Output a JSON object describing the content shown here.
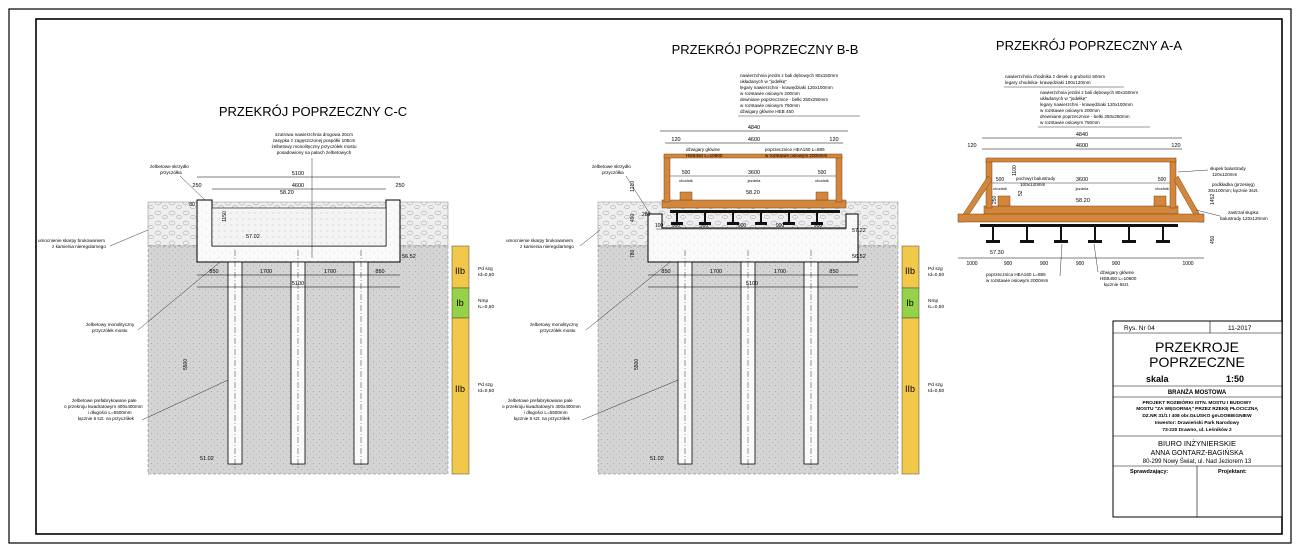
{
  "titles": {
    "cc": "PRZEKRÓJ POPRZECZNY C-C",
    "bb": "PRZEKRÓJ POPRZECZNY B-B",
    "aa": "PRZEKRÓJ POPRZECZNY A-A"
  },
  "soil": {
    "layer_top": "IIb",
    "layer_mid": "Ib",
    "layer_bot": "IIb",
    "note_top_1": "Pd szg",
    "note_top_2": "Id=0,50",
    "note_mid_1": "Nmp",
    "note_mid_2": "IL=0,50",
    "note_bot_1": "Pd szg",
    "note_bot_2": "Id=0,50"
  },
  "cc": {
    "dim_top": "5100",
    "dim_inner": "4600",
    "dim_left": "250",
    "dim_right": "250",
    "dim_80": "80",
    "elev_top": "58.20",
    "elev_mid": "57.02",
    "elev_right": "56.52",
    "elev_bottom": "51.02",
    "depth_1150": "1150",
    "pile_len": "5500",
    "sp_850a": "850",
    "sp_1700a": "1700",
    "sp_1700b": "1700",
    "sp_850b": "850",
    "sp_total": "5100",
    "n_nawierzchnia_1": "szutrowa nawierzchnia drogowa 20cm",
    "n_nawierzchnia_2": "zasypka z zagęszczonej pospółki 105cm",
    "n_nawierzchnia_3": "żelbetowy monolityczny przyczółek mostu",
    "n_nawierzchnia_4": "posadowiony na palach żelbetowych",
    "n_skrzydlo_1": "żelbetowe skrzydło",
    "n_skrzydlo_2": "przyczółka",
    "n_umocnienie_1": "umocnienie skarpy brukowaniem",
    "n_umocnienie_2": "z kamienia nieregularnego",
    "n_przyczolek_1": "żelbetowy monolityczny",
    "n_przyczolek_2": "przyczółek mostu",
    "n_pale_1": "żelbetowe prefabrykowane pale",
    "n_pale_2": "o przekroju kwadratowym 400x400mm",
    "n_pale_3": "i długości L=5500mm",
    "n_pale_4": "łącznie 6 szt. na przyczółek"
  },
  "bb": {
    "n_top_1": "nawierzchnia jezdni z bali dębowych 80x150mm",
    "n_top_2": "układanych w \"jodełkę\"",
    "n_top_3": "legary nawierzchni - krawędziaki 120x100mm",
    "n_top_4": "w rozstawie osiowym 200mm",
    "n_top_5": "dewniane poprzecznice - belki 250x250mm",
    "n_top_6": "w rozstawie osiowym 750mm",
    "n_top_7": "dźwigary główne HEB 450",
    "dim_4840": "4840",
    "dim_4600": "4600",
    "dim_120a": "120",
    "dim_120b": "120",
    "n_dzwigary_1": "dźwigary główne",
    "n_dzwigary_2": "HEB450 L=10600",
    "n_poprz_1": "poprzecznice HEA160 L=885",
    "n_poprz_2": "w rozstawie osiowym 2000mm",
    "dim_3600": "3600",
    "dim_500a": "500",
    "dim_500b": "500",
    "lbl_chodnik_a": "chodnik",
    "lbl_jezdnia": "jezdnia",
    "lbl_chodnik_b": "chodnik",
    "elev_top": "58.20",
    "elev_right": "57.22",
    "elev_mid": "56.52",
    "elev_bottom": "51.02",
    "dim_1210": "1210",
    "dim_490": "490",
    "dim_280": "280",
    "dim_800": "780",
    "pile_len": "5500",
    "sp_100": "100",
    "sp_900a": "900",
    "sp_900b": "900",
    "sp_900c": "900",
    "sp_900d": "900",
    "sp_900e": "900",
    "sp_850a": "850",
    "sp_1700a": "1700",
    "sp_1700b": "1700",
    "sp_850b": "850",
    "sp_total": "5100",
    "n_skrzydlo_1": "żelbetowe skrzydło",
    "n_skrzydlo_2": "przyczółka",
    "n_umocnienie_1": "umocnienie skarpy brukowaniem",
    "n_umocnienie_2": "z kamienia nieregularnego",
    "n_przyczolek_1": "żelbetowy monolityczny",
    "n_przyczolek_2": "przyczółek mostu",
    "n_pale_1": "żelbetowe prefabrykowane pale",
    "n_pale_2": "o przekroju kwadratowym 400x400mm",
    "n_pale_3": "i długości L=5500mm",
    "n_pale_4": "łącznie 6 szt. na przyczółek"
  },
  "aa": {
    "n_top_1": "nawierzchnia chodnika z desek o grubości 50mm",
    "n_top_2": "legary chodnika- krawędziaki 100x120mm",
    "n_jezdnia_1": "nawierzchnia jezdni z bali dębowych 80x150mm",
    "n_jezdnia_2": "układanych w \"jodełkę\"",
    "n_jezdnia_3": "legary nawierzchni - krawędziaki 120x100mm",
    "n_jezdnia_4": "w rozstawie osiowym 200mm",
    "n_jezdnia_5": "drewniane poprzecznice - belki 250x250mm",
    "n_jezdnia_6": "w rozstawie osiowym 750mm",
    "dim_4840": "4840",
    "dim_4600": "4600",
    "dim_120a": "120",
    "dim_120b": "120",
    "n_pochwyt_1": "pochwyt balustrady",
    "n_pochwyt_2": "100x120mm",
    "n_slupek_1": "słupek balustrady",
    "n_slupek_2": "120x120mm",
    "n_podkladka_1": "podkładka (przesięg)",
    "n_podkladka_2": "30x100mm; łącznie 3szt.",
    "n_zastrzal_1": "zastrzał słupka",
    "n_zastrzal_2": "balustrady 120x120mm",
    "dim_3600": "3600",
    "dim_500a": "500",
    "dim_500b": "500",
    "lbl_chodnik_a": "chodnik",
    "lbl_jezdnia": "jezdnia",
    "lbl_chodnik_b": "chodnik",
    "dim_1100": "1100",
    "dim_1452": "1452",
    "dim_450": "450",
    "dim_250": "250",
    "dim_52": "52",
    "elev_top": "58.20",
    "elev_bottom": "57.30",
    "sp_1000a": "1000",
    "sp_900a": "900",
    "sp_900b": "900",
    "sp_900c": "900",
    "sp_900d": "900",
    "sp_1000b": "1000",
    "n_poprz_1": "poprzecznica HEA160 L=885",
    "n_poprz_2": "w rozstawie osiowym 2000mm",
    "n_dzw_1": "dźwigary główne",
    "n_dzw_2": "HEB450 L=10600",
    "n_dzw_3": "łącznie 6szt."
  },
  "title_block": {
    "rys": "Rys. Nr 04",
    "date": "11-2017",
    "title_1": "PRZEKROJE",
    "title_2": "POPRZECZNE",
    "skala_label": "skala",
    "skala_value": "1:50",
    "branza": "BRANŻA MOSTOWA",
    "proj_1": "PROJEKT ROZBIÓRKI ISTN. MOSTU I BUDOWY",
    "proj_2": "MOSTU \"ZA WĘGORNIĄ\" PRZEZ RZEKĘ PŁOCICZNĄ",
    "proj_3": "DZ.NR 31/1 I 408 obr.GŁUSKO gm.DOBIEGNIEW",
    "inv_1": "Inwestor: Drawieński Park Narodowy",
    "inv_2": "73-220 Drawno, ul. Leśników 2",
    "biuro_1": "BIURO INŻYNIERSKIE",
    "biuro_2": "ANNA GONTARZ-BAGIŃSKA",
    "biuro_3": "80-299 Nowy Świat, ul. Nad Jeziorem 13",
    "sprawdzajacy": "Sprawdzający:",
    "projektant": "Projektant:"
  },
  "colors": {
    "timber": "#d2873c",
    "soil": "#d4d4d4",
    "gravel": "#ececec",
    "layer_yellow": "#f2c84a",
    "layer_green": "#96d14a",
    "steel": "#111111"
  }
}
